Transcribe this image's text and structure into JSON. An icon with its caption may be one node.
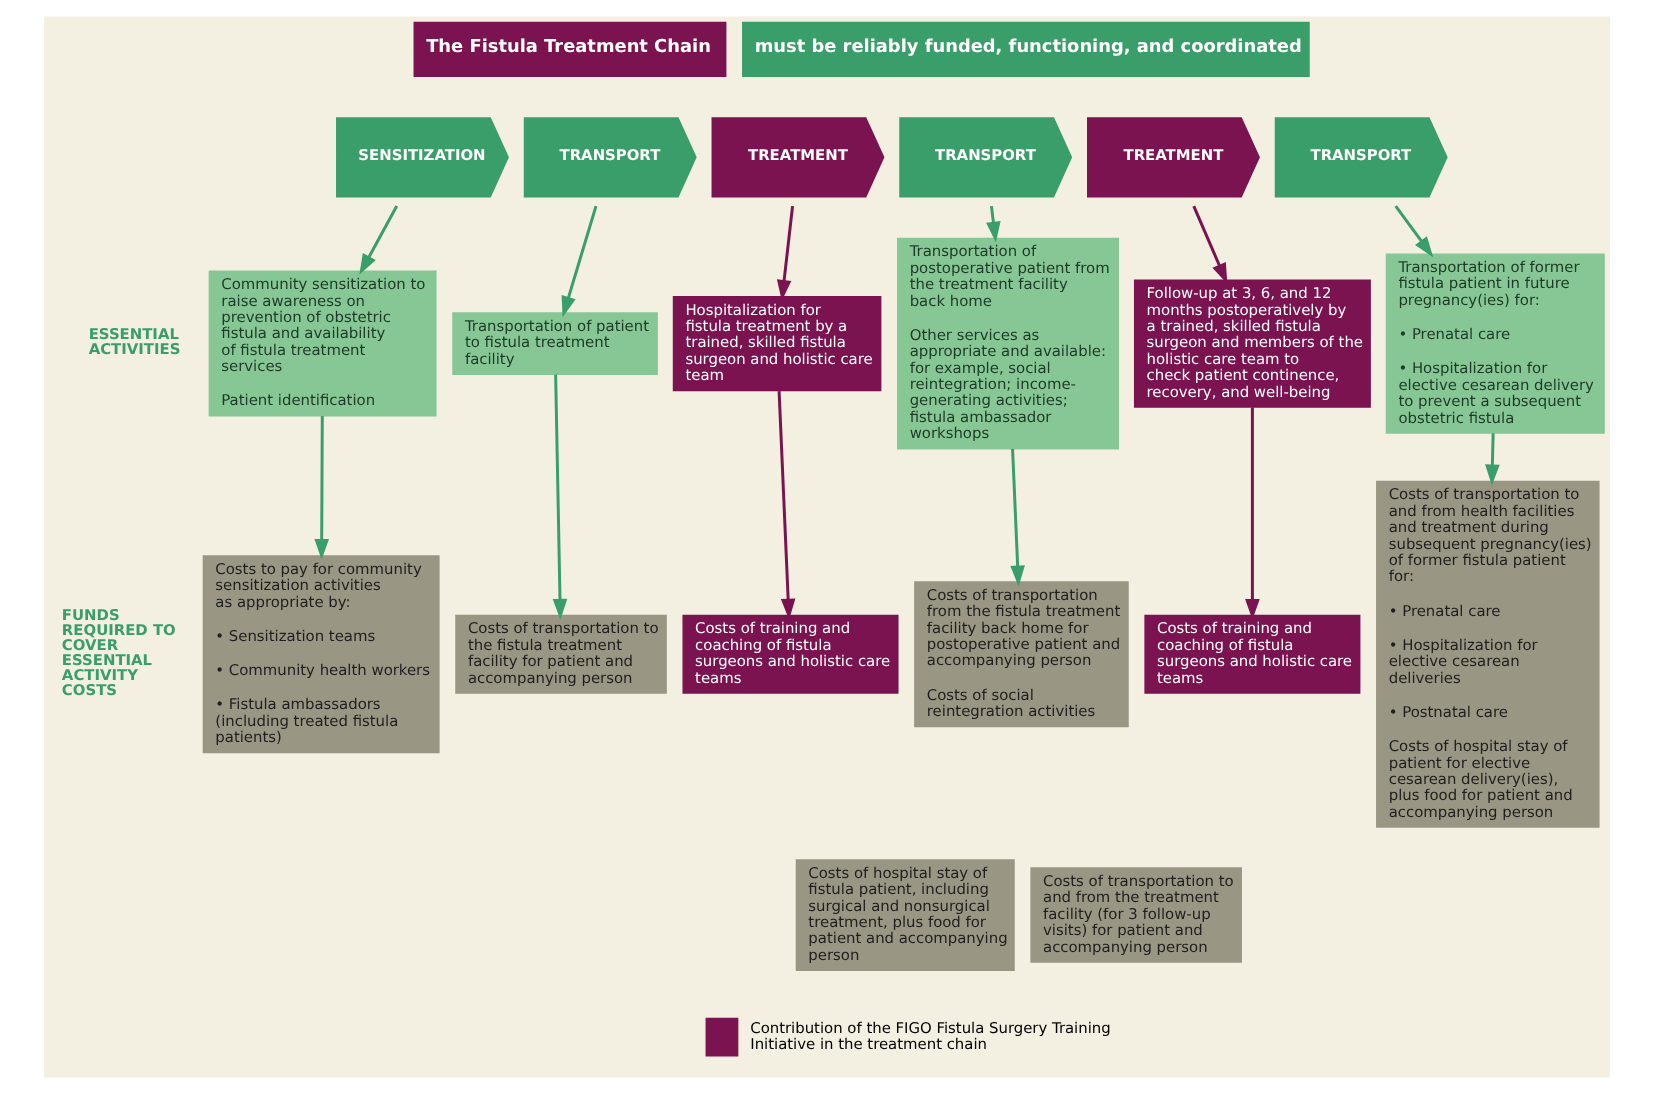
{
  "diagram": {
    "nodes": [
      {
        "text": [
          "The Fistula Treatment Chain"
        ]
      },
      {
        "text": [
          "must be reliably funded, functioning, and coordinated"
        ]
      },
      {
        "text": [
          "SENSITIZATION"
        ]
      },
      {
        "text": [
          "TRANSPORT"
        ]
      },
      {
        "text": [
          "TREATMENT"
        ]
      },
      {
        "text": [
          "TRANSPORT"
        ]
      },
      {
        "text": [
          "TREATMENT"
        ]
      },
      {
        "text": [
          "TRANSPORT"
        ]
      },
      {
        "text": [
          "Community sensitization to raise awareness on prevention of obstetric fistula and availability of fistula treatment services",
          "Patient identification"
        ]
      },
      {
        "text": [
          "Transportation of patient to fistula treatment facility"
        ]
      },
      {
        "text": [
          "Hospitalization for fistula treatment by a trained, skilled fistula surgeon and holistic care team"
        ]
      },
      {
        "text": [
          "Transportation of postoperative patient from the treatment facility back home",
          "Other services as appropriate and available: for example, social reintegration; income-generating activities; fistula ambassador workshops"
        ]
      },
      {
        "text": [
          "Follow-up at 3, 6, and 12 months postoperatively by a trained, skilled fistula surgeon and members of the holistic care team to check patient continence, recovery, and well-being"
        ]
      },
      {
        "text": [
          "Transportation of former fistula patient in future pregnancy(ies) for:",
          "• Prenatal care",
          "• Hospitalization for elective cesarean delivery to prevent a subsequent obstetric fistula"
        ]
      },
      {
        "text": [
          "Costs to pay for community sensitization activities as appropriate by:",
          "• Sensitization teams",
          "• Community health workers",
          "• Fistula ambassadors (including treated fistula patients)"
        ]
      },
      {
        "text": [
          "Costs of transportation to the fistula treatment facility for patient and accompanying person"
        ]
      },
      {
        "text": [
          "Costs of training and coaching of fistula surgeons and holistic care teams"
        ]
      },
      {
        "text": [
          "Costs of hospital stay of fistula patient, including surgical and nonsurgical treatment, plus food for patient and accompanying person"
        ]
      },
      {
        "text": [
          "Costs of transportation from the fistula treatment facility back home for postoperative patient and accompanying person",
          "Costs of social reintegration activities"
        ]
      },
      {
        "text": [
          "Costs of training and coaching of fistula surgeons and holistic care teams"
        ]
      },
      {
        "text": [
          "Costs of transportation to and from the treatment facility (for 3 follow-up visits) for patient and accompanying person"
        ]
      },
      {
        "text": [
          "Costs of transportation to and from health facilities and treatment during subsequent pregnancy(ies) of former fistula patient for:",
          "• Prenatal care",
          "• Hospitalization for elective cesarean deliveries",
          "• Postnatal care",
          "Costs of hospital stay of patient for elective cesarean delivery(ies), plus food for patient and accompanying person"
        ]
      }
    ],
    "edges": [
      {
        "from": 2,
        "to": 8,
        "arrow": "to"
      },
      {
        "from": 3,
        "to": 9,
        "arrow": "to"
      },
      {
        "from": 4,
        "to": 10,
        "arrow": "to",
        "color": "#7a1350"
      },
      {
        "from": 5,
        "to": 11,
        "arrow": "to"
      },
      {
        "from": 6,
        "to": 12,
        "arrow": "to",
        "color": "#7a1350"
      },
      {
        "from": 7,
        "to": 13,
        "arrow": "to"
      },
      {
        "from": 8,
        "to": 14,
        "arrow": "to"
      },
      {
        "from": 9,
        "to": 15,
        "arrow": "to"
      },
      {
        "from": 10,
        "to": 16,
        "arrow": "to",
        "color": "#7a1350"
      },
      {
        "from": 11,
        "to": 18,
        "arrow": "to"
      },
      {
        "from": 12,
        "to": 19,
        "arrow": "to",
        "color": "#7a1350"
      },
      {
        "from": 13,
        "to": 21,
        "arrow": "to"
      }
    ],
    "labels": [
      "ESSENTIAL ACTIVITIES",
      "FUNDS REQUIRED TO COVER ESSENTIAL ACTIVITY COSTS"
    ],
    "legend": [
      {
        "text": "Contribution of the FIGO Fistula Surgery Training Initiative in the treatment chain",
        "color": "#7a1350"
      }
    ]
  }
}
